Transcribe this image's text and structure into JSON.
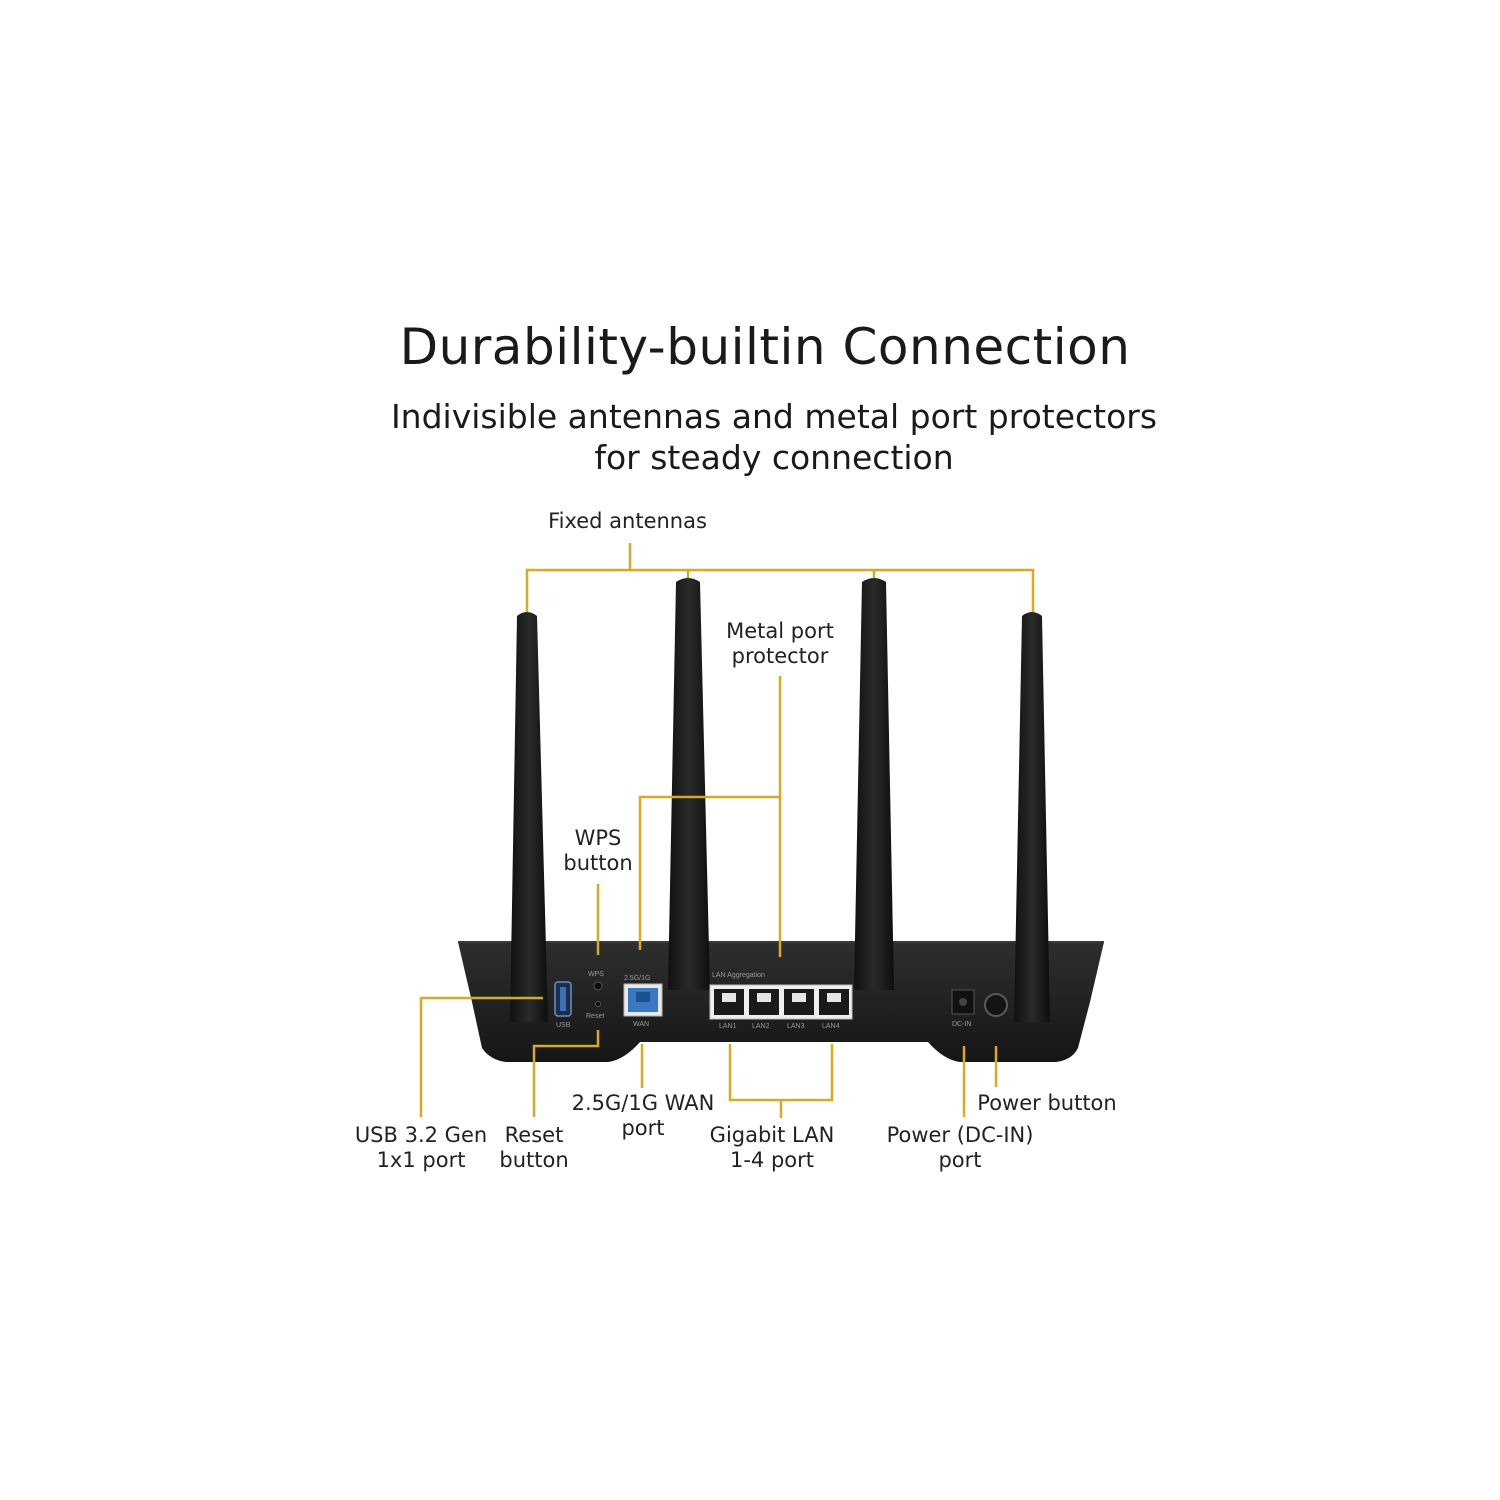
{
  "title": "Durability-builtin Connection",
  "subtitle_line1": "Indivisible antennas and metal port protectors",
  "subtitle_line2": "for steady connection",
  "labels": {
    "fixed_antennas": "Fixed antennas",
    "metal_port_protector_1": "Metal port",
    "metal_port_protector_2": "protector",
    "wps_1": "WPS",
    "wps_2": "button",
    "usb_1": "USB 3.2 Gen",
    "usb_2": "1x1 port",
    "reset_1": "Reset",
    "reset_2": "button",
    "wan_1": "2.5G/1G WAN",
    "wan_2": "port",
    "lan_1": "Gigabit LAN",
    "lan_2": "1-4 port",
    "power_dc_1": "Power (DC-IN)",
    "power_dc_2": "port",
    "power_button": "Power button"
  },
  "device_text": {
    "wps": "WPS",
    "reset": "Reset",
    "wan_top": "2.5G/1G",
    "wan": "WAN",
    "lan_agg": "LAN Aggregation",
    "lan1": "LAN1",
    "lan2": "LAN2",
    "lan3": "LAN3",
    "lan4": "LAN4",
    "usb": "USB",
    "dcin": "DC-IN"
  },
  "colors": {
    "leader": "#d6a92b",
    "router_body": "#232323",
    "antenna": "#1c1c1c",
    "wan_port": "#3a78c4"
  }
}
